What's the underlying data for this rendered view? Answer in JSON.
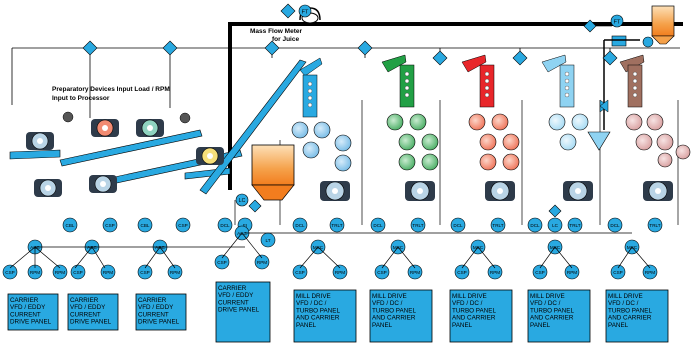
{
  "labels": {
    "mass_flow_meter": "Mass Flow Meter",
    "for_juice": "for Juice",
    "prep_title_1": "Preparatory Devices Input Load / RPM",
    "prep_title_2": "Input to Processor"
  },
  "instrument_tags": {
    "flow_indicator": "FI",
    "flow_transmitter_juice": "FT",
    "flow_transmitter_top": "FT",
    "level_controller": "LT",
    "level_controller_2": "LC",
    "level_tank": "LC",
    "carrier_speed": "CSP",
    "carrier_rpm": "RPM",
    "chute_level": "DCL",
    "mill_controller": "MSC",
    "torque_level": "TRLT",
    "carrier_load": "CBL",
    "load_controller": "ACC"
  },
  "panels": [
    {
      "line1": "CARRIER",
      "line2": "VFD / EDDY",
      "line3": "CURRENT",
      "line4": "DRIVE PANEL"
    },
    {
      "line1": "CARRIER",
      "line2": "VFD / EDDY",
      "line3": "CURRENT",
      "line4": "DRIVE PANEL"
    },
    {
      "line1": "CARRIER",
      "line2": "VFD / EDDY",
      "line3": "CURRENT",
      "line4": "DRIVE PANEL"
    },
    {
      "line1": "CARRIER",
      "line2": "VFD / EDDY",
      "line3": "CURRENT",
      "line4": "DRIVE PANEL"
    },
    {
      "line1": "MILL DRIVE",
      "line2": "VFD / DC /",
      "line3": "TURBO PANEL",
      "line4": "AND CARRIER",
      "line5": "PANEL"
    },
    {
      "line1": "MILL DRIVE",
      "line2": "VFD / DC /",
      "line3": "TURBO PANEL",
      "line4": "AND CARRIER",
      "line5": "PANEL"
    },
    {
      "line1": "MILL DRIVE",
      "line2": "VFD / DC /",
      "line3": "TURBO PANEL",
      "line4": "AND CARRIER",
      "line5": "PANEL"
    },
    {
      "line1": "MILL DRIVE",
      "line2": "VFD / DC /",
      "line3": "TURBO PANEL",
      "line4": "AND CARRIER",
      "line5": "PANEL"
    },
    {
      "line1": "MILL DRIVE",
      "line2": "VFD / DC /",
      "line3": "TURBO PANEL",
      "line4": "AND CARRIER",
      "line5": "PANEL"
    }
  ],
  "colors": {
    "instrument_fill": "#29a9e1",
    "panel_fill": "#29a9e1",
    "line": "#000000",
    "conveyor": "#29a9e1",
    "mill1": "#29a9e1",
    "mill2": "#22a045",
    "mill3": "#e8262a",
    "mill4": "#8fd3f2",
    "mill5": "#a07060",
    "roller_blue": "#8cc7ea",
    "roller_green": "#6cc17b",
    "roller_red": "#f28b72",
    "roller_cyan": "#b8e3f6",
    "roller_pink": "#e6b3b3",
    "tank_orange": "#f5a14a",
    "motor_dark": "#2e3b4a"
  },
  "icons": [
    "motor-icon",
    "diamond-signal-icon",
    "tank-icon",
    "flow-meter-icon",
    "valve-icon",
    "pump-icon",
    "roller-icon"
  ]
}
